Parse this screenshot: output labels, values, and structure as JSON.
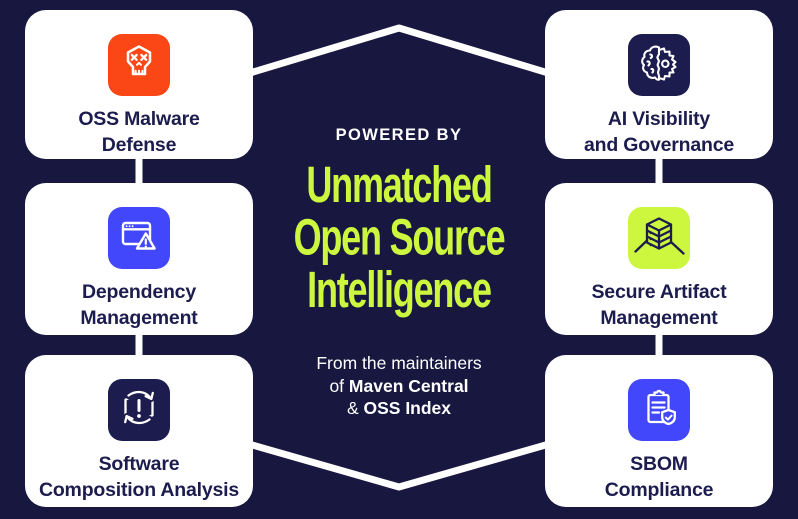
{
  "colors": {
    "background": "#171740",
    "card_background": "#FFFFFF",
    "card_text": "#1C1C4E",
    "connector_line": "#FFFFFF",
    "headline_green": "#CDF73E",
    "accent_orange": "#FB4616",
    "accent_blue": "#4247FB",
    "accent_dark_navy": "#1C1C4E",
    "accent_lime": "#CDF73E"
  },
  "hexagon": {
    "stroke": "#FFFFFF"
  },
  "center": {
    "kicker": "POWERED BY",
    "headline": {
      "line1": "Unmatched",
      "line2": "Open Source",
      "line3": "Intelligence",
      "color": "#CDF73E"
    },
    "maintainers": {
      "line1": "From the maintainers",
      "line2_prefix": "of ",
      "line2_bold": "Maven Central",
      "line3_prefix": "& ",
      "line3_bold": "OSS Index"
    }
  },
  "cards": {
    "left": [
      {
        "icon": "malware-skull-icon",
        "icon_bg": "#FB4616",
        "icon_stroke": "#FFFFFF",
        "label": {
          "line1": "OSS Malware",
          "line2": "Defense"
        }
      },
      {
        "icon": "browser-warning-icon",
        "icon_bg": "#4247FB",
        "icon_stroke": "#FFFFFF",
        "label": {
          "line1": "Dependency",
          "line2": "Management"
        }
      },
      {
        "icon": "hexagon-cycle-alert-icon",
        "icon_bg": "#1C1C4E",
        "icon_stroke": "#FFFFFF",
        "label": {
          "line1": "Software",
          "line2": "Composition Analysis"
        }
      }
    ],
    "right": [
      {
        "icon": "brain-gear-icon",
        "icon_bg": "#1C1C4E",
        "icon_stroke": "#FFFFFF",
        "label": {
          "line1": "AI Visibility",
          "line2": "and Governance"
        }
      },
      {
        "icon": "server-stack-icon",
        "icon_bg": "#CDF73E",
        "icon_stroke": "#1C1C4E",
        "label": {
          "line1": "Secure Artifact",
          "line2": "Management"
        }
      },
      {
        "icon": "clipboard-shield-check-icon",
        "icon_bg": "#4247FB",
        "icon_stroke": "#FFFFFF",
        "label": {
          "line1": "SBOM",
          "line2": "Compliance"
        }
      }
    ]
  }
}
